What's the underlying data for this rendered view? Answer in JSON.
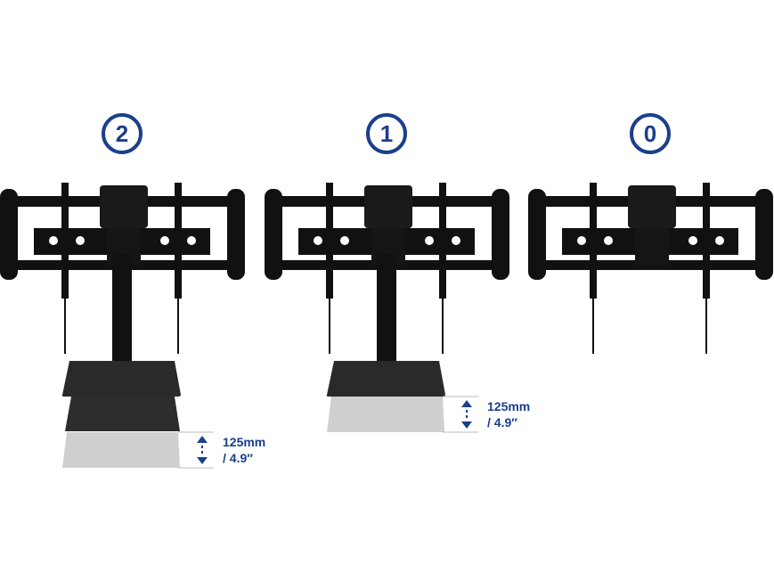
{
  "colors": {
    "accent": "#1b3f8b",
    "mount": "#111111",
    "shelf": "#2a2a2a",
    "ghost": "#c8c8c8"
  },
  "positions": [
    {
      "badge": "2",
      "shelves": 2,
      "column": true,
      "measure": {
        "mm": "125mm",
        "inch": "/ 4.9″"
      }
    },
    {
      "badge": "1",
      "shelves": 1,
      "column": true,
      "measure": {
        "mm": "125mm",
        "inch": "/ 4.9″"
      }
    },
    {
      "badge": "0",
      "shelves": 0,
      "column": false
    }
  ]
}
